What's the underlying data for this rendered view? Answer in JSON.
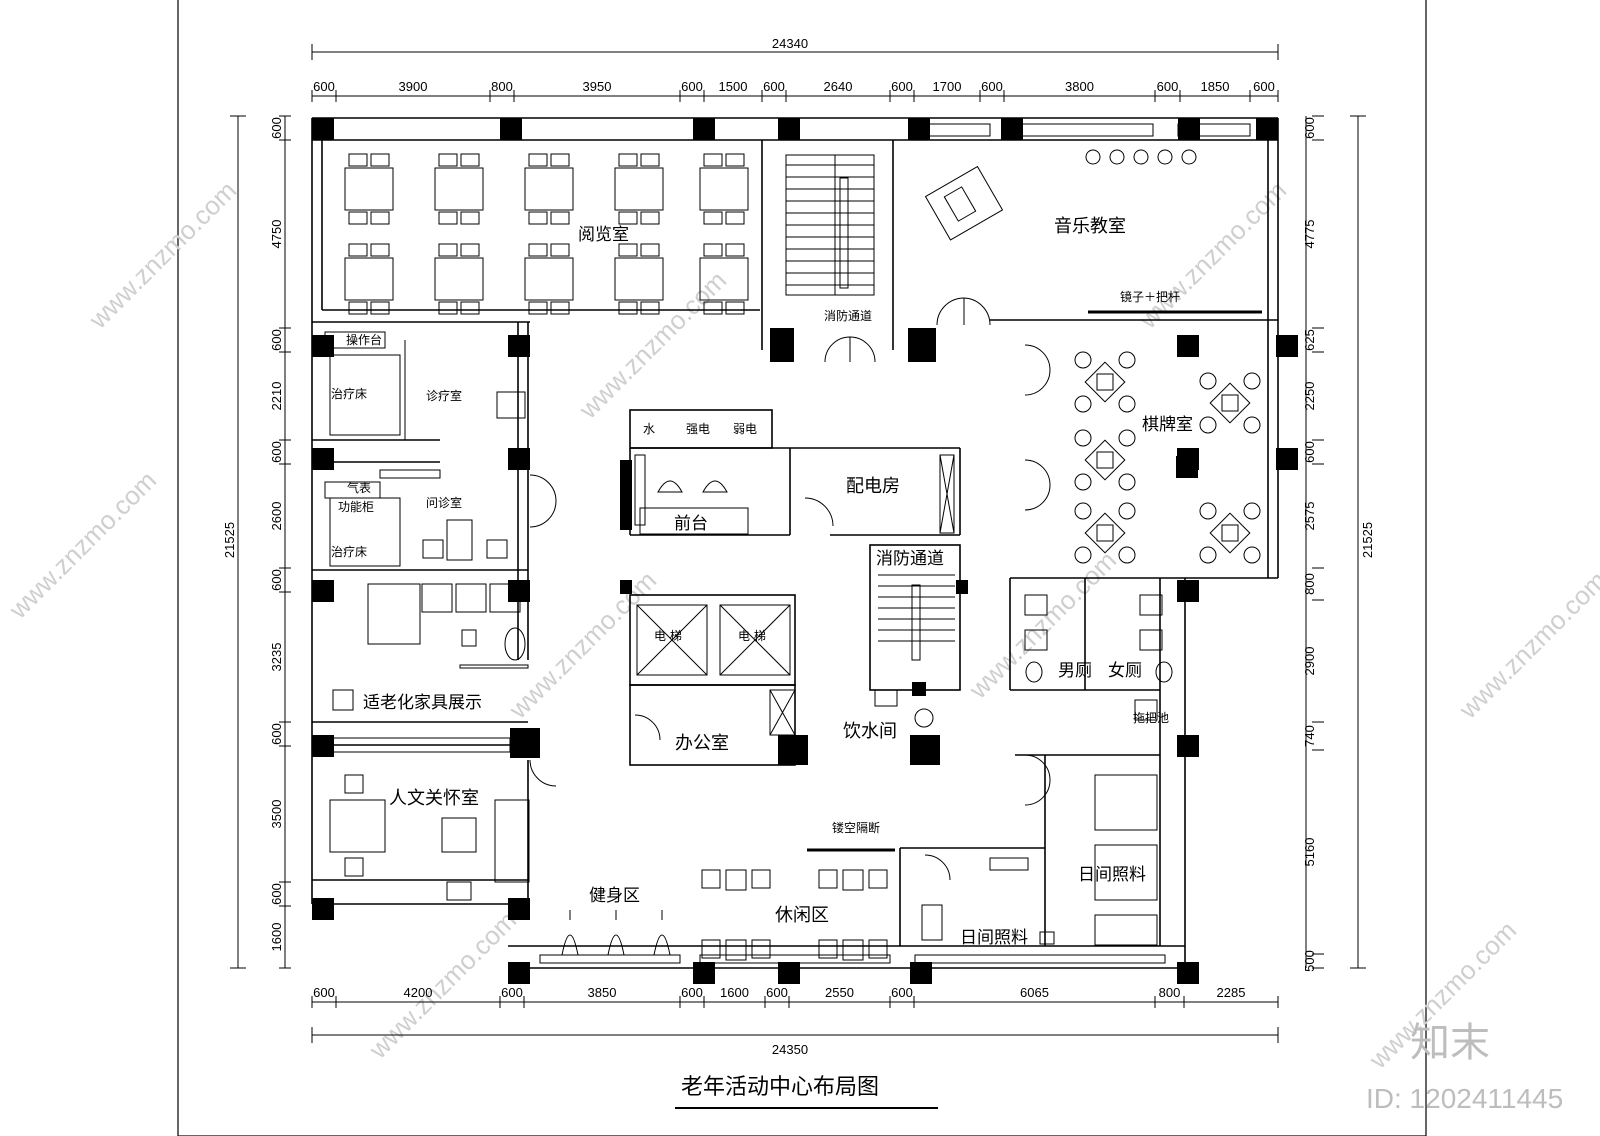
{
  "title": "老年活动中心布局图",
  "watermark": {
    "logo": "知末",
    "id": "ID: 1202411445",
    "site_text": "www.znzmo.com"
  },
  "dims": {
    "top_total": "24340",
    "top_segments": [
      "600",
      "3900",
      "800",
      "3950",
      "600",
      "1500",
      "600",
      "2640",
      "600",
      "1700",
      "600",
      "3800",
      "600",
      "1850",
      "600"
    ],
    "bottom_total": "24350",
    "bottom_segments": [
      "600",
      "4200",
      "600",
      "3850",
      "600",
      "1600",
      "600",
      "2550",
      "600",
      "6065",
      "800",
      "2285"
    ],
    "left_total": "21525",
    "left_segments": [
      "600",
      "4750",
      "600",
      "2210",
      "600",
      "2600",
      "600",
      "3235",
      "600",
      "3500",
      "600",
      "1600"
    ],
    "right_total": "21525",
    "right_segments": [
      "600",
      "4775",
      "625",
      "2250",
      "600",
      "2575",
      "800",
      "2900",
      "740",
      "5160",
      "500"
    ]
  },
  "rooms": {
    "reading": "阅览室",
    "fire_exit_1": "消防通道",
    "music": "音乐教室",
    "mirror_bar": "镜子＋把杆",
    "op_table": "操作台",
    "treat_bed_1": "治疗床",
    "clinic": "诊疗室",
    "meter": "气表",
    "func_cabinet": "功能柜",
    "consult": "问诊室",
    "treat_bed_2": "治疗床",
    "water": "水",
    "strong_elec": "强电",
    "weak_elec": "弱电",
    "reception": "前台",
    "power_room": "配电房",
    "fire_exit_2": "消防通道",
    "chess": "棋牌室",
    "elevator_1": "电 梯",
    "elevator_2": "电 梯",
    "mens_wc": "男厕",
    "womens_wc": "女厕",
    "mop_pool": "拖把池",
    "furniture_show": "适老化家具展示",
    "office": "办公室",
    "water_room": "饮水间",
    "care_room": "人文关怀室",
    "hollow_partition": "镂空隔断",
    "day_care_1": "日间照料",
    "day_care_2": "日间照料",
    "fitness": "健身区",
    "leisure": "休闲区"
  }
}
